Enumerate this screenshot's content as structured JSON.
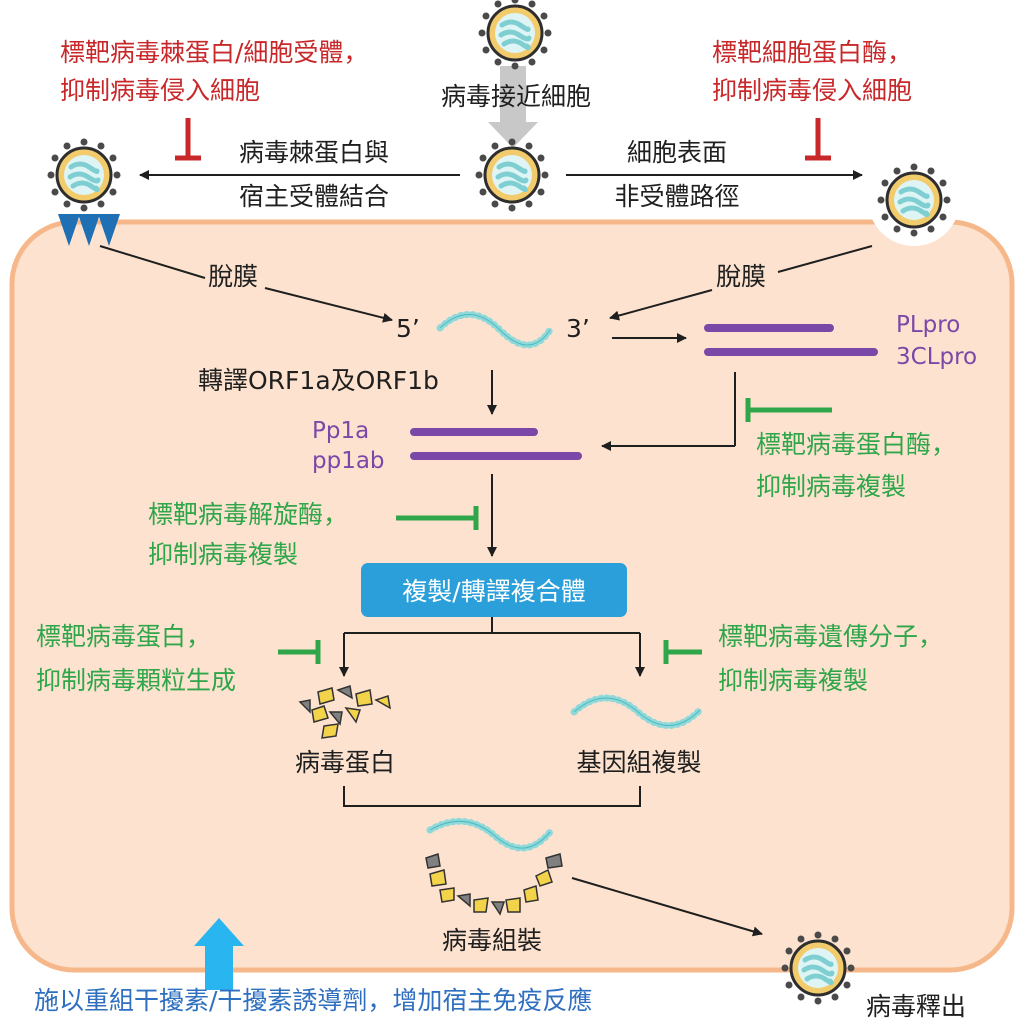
{
  "approach_label": "病毒接近細胞",
  "receptor_binding": {
    "line1": "病毒棘蛋白與",
    "line2": "宿主受體結合"
  },
  "non_receptor": {
    "line1": "細胞表面",
    "line2": "非受體路徑"
  },
  "target_spike": {
    "line1": "標靶病毒棘蛋白/細胞受體，",
    "line2": "抑制病毒侵入細胞"
  },
  "target_cell_protease": {
    "line1": "標靶細胞蛋白酶，",
    "line2": "抑制病毒侵入細胞"
  },
  "uncoating_left": "脫膜",
  "uncoating_right": "脫膜",
  "rna_5prime": "5’",
  "rna_3prime": "3’",
  "proteases": {
    "pl": "PLpro",
    "cl": "3CLpro"
  },
  "translation_label": "轉譯ORF1a及ORF1b",
  "polyproteins": {
    "pp1a": "Pp1a",
    "pp1ab": "pp1ab"
  },
  "target_protease": {
    "line1": "標靶病毒蛋白酶，",
    "line2": "抑制病毒複製"
  },
  "target_helicase": {
    "line1": "標靶病毒解旋酶，",
    "line2": "抑制病毒複製"
  },
  "complex_label": "複製/轉譯複合體",
  "target_viral_protein": {
    "line1": "標靶病毒蛋白，",
    "line2": "抑制病毒顆粒生成"
  },
  "target_genetic": {
    "line1": "標靶病毒遺傳分子，",
    "line2": "抑制病毒複製"
  },
  "viral_protein_label": "病毒蛋白",
  "genome_replication_label": "基因組複製",
  "assembly_label": "病毒組裝",
  "release_label": "病毒釋出",
  "interferon_label": "施以重組干擾素/干擾素誘導劑，增加宿主免疫反應",
  "colors": {
    "cell_fill": "#fde3cf",
    "cell_border": "#f6b88a",
    "inhibit_red": "#c8282a",
    "inhibit_green": "#2fa64a",
    "protein_purple": "#7b48a8",
    "complex_blue": "#2b9fd9",
    "immune_arrow": "#29b6f0",
    "rna_teal": "#8fd9db"
  }
}
